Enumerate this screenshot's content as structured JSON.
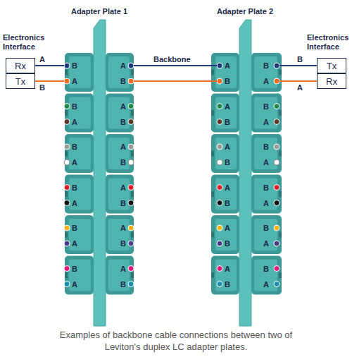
{
  "diagram": {
    "caption": "Examples of backbone cable connections between two of Leviton's duplex LC adapter plates.",
    "nodes": [
      {
        "text": [
          "Rx"
        ]
      },
      {
        "text": [
          "Tx"
        ]
      },
      {
        "text": [
          "Tx"
        ]
      },
      {
        "text": [
          "Rx"
        ]
      }
    ],
    "edges": [
      {
        "from": 0,
        "to": 2,
        "arrow": "none"
      },
      {
        "from": 1,
        "to": 3,
        "arrow": "none"
      }
    ],
    "labels": [
      "Adapter Plate 1",
      "Adapter Plate 2",
      "Electronics Interface",
      "Electronics Interface",
      "A",
      "B",
      "Backbone",
      "B",
      "A",
      "B",
      "A",
      "A",
      "B",
      "A",
      "B",
      "B",
      "A",
      "B",
      "A",
      "A",
      "B",
      "A",
      "B",
      "B",
      "A",
      "B",
      "A",
      "A",
      "B",
      "A",
      "B",
      "B",
      "A",
      "B",
      "A",
      "A",
      "B",
      "A",
      "B",
      "B",
      "A",
      "B",
      "A",
      "A",
      "B",
      "A",
      "B",
      "B",
      "A",
      "B",
      "A",
      "A",
      "B",
      "A",
      "B",
      "B",
      "A"
    ]
  }
}
